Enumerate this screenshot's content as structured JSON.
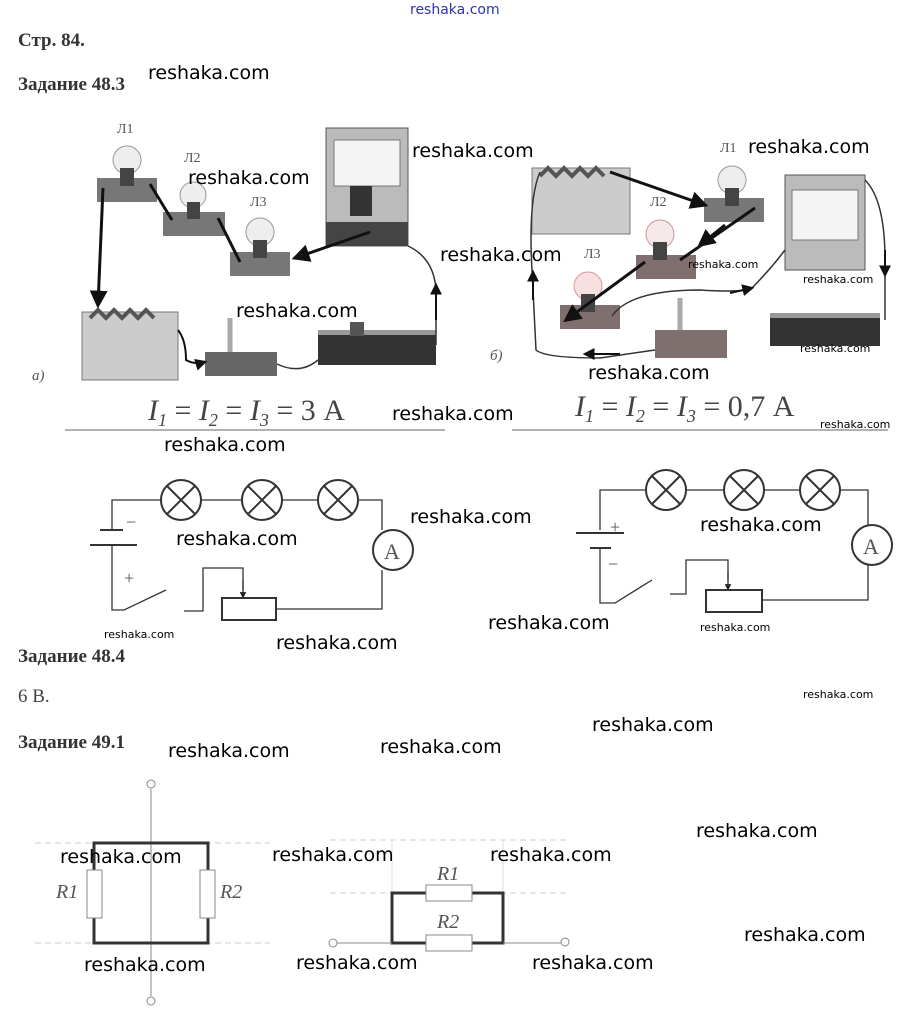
{
  "header": {
    "page": "Стр. 84."
  },
  "tasks": [
    {
      "title": "Задание 48.3"
    },
    {
      "title": "Задание 48.4",
      "answer": "6 В."
    },
    {
      "title": "Задание 49.1"
    }
  ],
  "figure_48_3": {
    "photo_a": {
      "label": "а)",
      "lamps": [
        "Л1",
        "Л2",
        "Л3"
      ],
      "formula": {
        "i": "I",
        "s1": "1",
        "s2": "2",
        "s3": "3",
        "eq": " = ",
        "value": "3 А"
      }
    },
    "photo_b": {
      "label": "б)",
      "lamps": [
        "Л1",
        "Л2",
        "Л3"
      ],
      "formula": {
        "value": "0,7 А"
      }
    },
    "schematic": {
      "minus": "−",
      "plus": "+",
      "ammeter": "A"
    }
  },
  "figure_49_1": {
    "r1": "R1",
    "r2": "R2"
  },
  "watermark": "reshaka.com"
}
